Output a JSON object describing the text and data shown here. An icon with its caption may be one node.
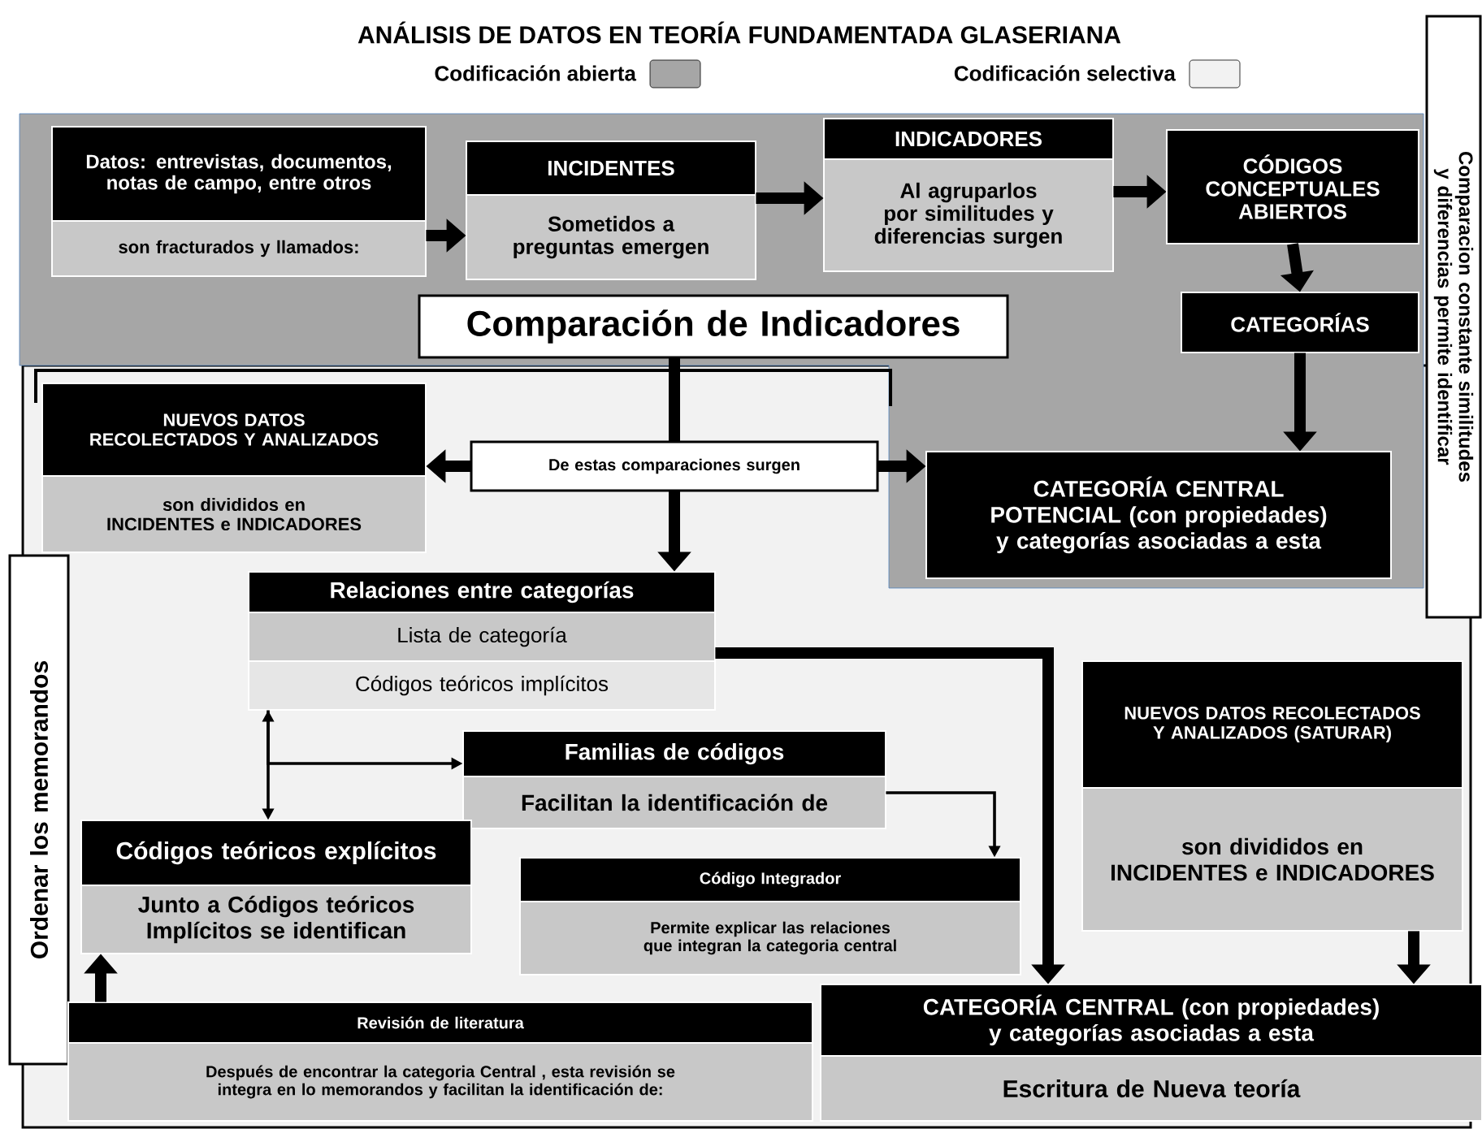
{
  "diagram": {
    "title": "ANÁLISIS DE DATOS EN TEORÍA FUNDAMENTADA GLASERIANA",
    "nodes": [
      {
        "text": [
          "Datos: entrevistas, documentos, notas de campo, entre otros",
          "son fracturados y llamados:"
        ]
      },
      {
        "text": [
          "INCIDENTES",
          "Sometidos a preguntas emergen"
        ]
      },
      {
        "text": [
          "INDICADORES",
          "Al agruparlos por similitudes y diferencias surgen"
        ]
      },
      {
        "text": [
          "CÓDIGOS CONCEPTUALES ABIERTOS"
        ]
      },
      {
        "text": [
          "CATEGORÍAS"
        ]
      },
      {
        "text": [
          "Comparación de Indicadores"
        ]
      },
      {
        "text": [
          "NUEVOS DATOS RECOLECTADOS Y ANALIZADOS",
          "son divididos en INCIDENTES e INDICADORES"
        ]
      },
      {
        "text": [
          "De estas comparaciones surgen"
        ]
      },
      {
        "text": [
          "CATEGORÍA CENTRAL POTENCIAL (con propiedades) y categorías asociadas a esta"
        ]
      },
      {
        "text": [
          "Comparacion constante similitudes y diferencias permite identificar"
        ]
      },
      {
        "text": [
          "Relaciones entre categorías",
          "Lista de categoría",
          "Códigos teóricos implícitos"
        ]
      },
      {
        "text": [
          "NUEVOS DATOS RECOLECTADOS Y ANALIZADOS (SATURAR)",
          "son divididos en INCIDENTES e INDICADORES"
        ]
      },
      {
        "text": [
          "Familias de códigos",
          "Facilitan la identificación de"
        ]
      },
      {
        "text": [
          "Ordenar los memorandos"
        ]
      },
      {
        "text": [
          "Códigos teóricos explícitos",
          "Junto a Códigos teóricos Implícitos se identifican"
        ]
      },
      {
        "text": [
          "Código Integrador",
          "Permite explicar las relaciones que integran la categoria central"
        ]
      },
      {
        "text": [
          "Revisión de literatura",
          "Después de encontrar la categoria Central , esta revisión se integra en lo memorandos y facilitan la identificación de:"
        ]
      },
      {
        "text": [
          "CATEGORÍA CENTRAL (con propiedades) y categorías asociadas a esta",
          "Escritura de Nueva teoría"
        ]
      }
    ],
    "edges": [
      {
        "from": 0,
        "to": 1,
        "arrow": "to"
      },
      {
        "from": 1,
        "to": 2,
        "arrow": "to"
      },
      {
        "from": 2,
        "to": 3,
        "arrow": "to"
      },
      {
        "from": 3,
        "to": 4,
        "arrow": "to"
      },
      {
        "from": 4,
        "to": 8,
        "arrow": "to"
      },
      {
        "from": 5,
        "to": 7,
        "arrow": "none"
      },
      {
        "from": 7,
        "to": 6,
        "arrow": "to"
      },
      {
        "from": 7,
        "to": 8,
        "arrow": "to"
      },
      {
        "from": 7,
        "to": 10,
        "arrow": "to"
      },
      {
        "from": 10,
        "to": 14,
        "arrow": "both"
      },
      {
        "from": 10,
        "to": 12,
        "arrow": "to"
      },
      {
        "from": 12,
        "to": 15,
        "arrow": "to"
      },
      {
        "from": 10,
        "to": 17,
        "arrow": "to"
      },
      {
        "from": 11,
        "to": 17,
        "arrow": "to"
      },
      {
        "from": 16,
        "to": 14,
        "arrow": "to"
      }
    ],
    "legend": [
      {
        "text": "Codificación abierta",
        "color": "#a6a6a6"
      },
      {
        "text": "Codificación selectiva",
        "color": "#f2f2f2"
      }
    ]
  }
}
